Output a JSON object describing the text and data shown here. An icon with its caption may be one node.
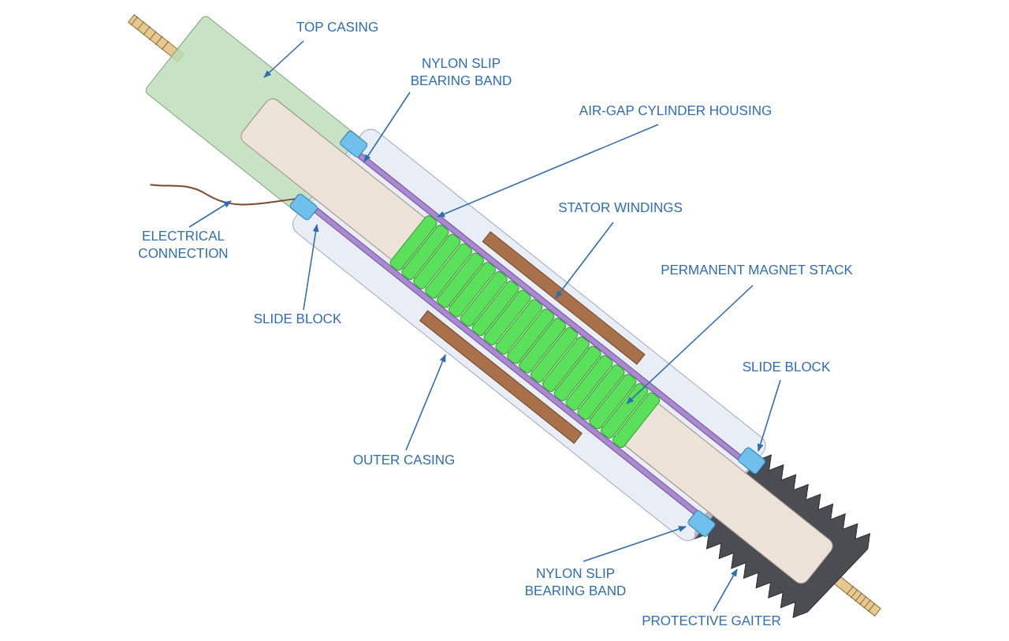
{
  "diagram": {
    "nodes": [
      {
        "text": [
          "TOP CASING"
        ]
      },
      {
        "text": [
          "NYLON SLIP BEARING BAND"
        ]
      },
      {
        "text": [
          "AIR-GAP CYLINDER HOUSING"
        ]
      },
      {
        "text": [
          "STATOR WINDINGS"
        ]
      },
      {
        "text": [
          "ELECTRICAL CONNECTION"
        ]
      },
      {
        "text": [
          "PERMANENT MAGNET STACK"
        ]
      },
      {
        "text": [
          "SLIDE BLOCK"
        ]
      },
      {
        "text": [
          "SLIDE BLOCK"
        ]
      },
      {
        "text": [
          "OUTER CASING"
        ]
      },
      {
        "text": [
          "NYLON SLIP BEARING BAND"
        ]
      },
      {
        "text": [
          "PROTECTIVE GAITER"
        ]
      }
    ],
    "edges": [
      {
        "from": 0,
        "to": null,
        "arrow": "to"
      },
      {
        "from": 1,
        "to": null,
        "arrow": "to"
      },
      {
        "from": 2,
        "to": null,
        "arrow": "to"
      },
      {
        "from": 3,
        "to": null,
        "arrow": "to"
      },
      {
        "from": 4,
        "to": null,
        "arrow": "to"
      },
      {
        "from": 5,
        "to": null,
        "arrow": "to"
      },
      {
        "from": 6,
        "to": null,
        "arrow": "to"
      },
      {
        "from": 7,
        "to": null,
        "arrow": "to"
      },
      {
        "from": 8,
        "to": null,
        "arrow": "to"
      },
      {
        "from": 9,
        "to": null,
        "arrow": "to"
      },
      {
        "from": 10,
        "to": null,
        "arrow": "to"
      }
    ]
  }
}
